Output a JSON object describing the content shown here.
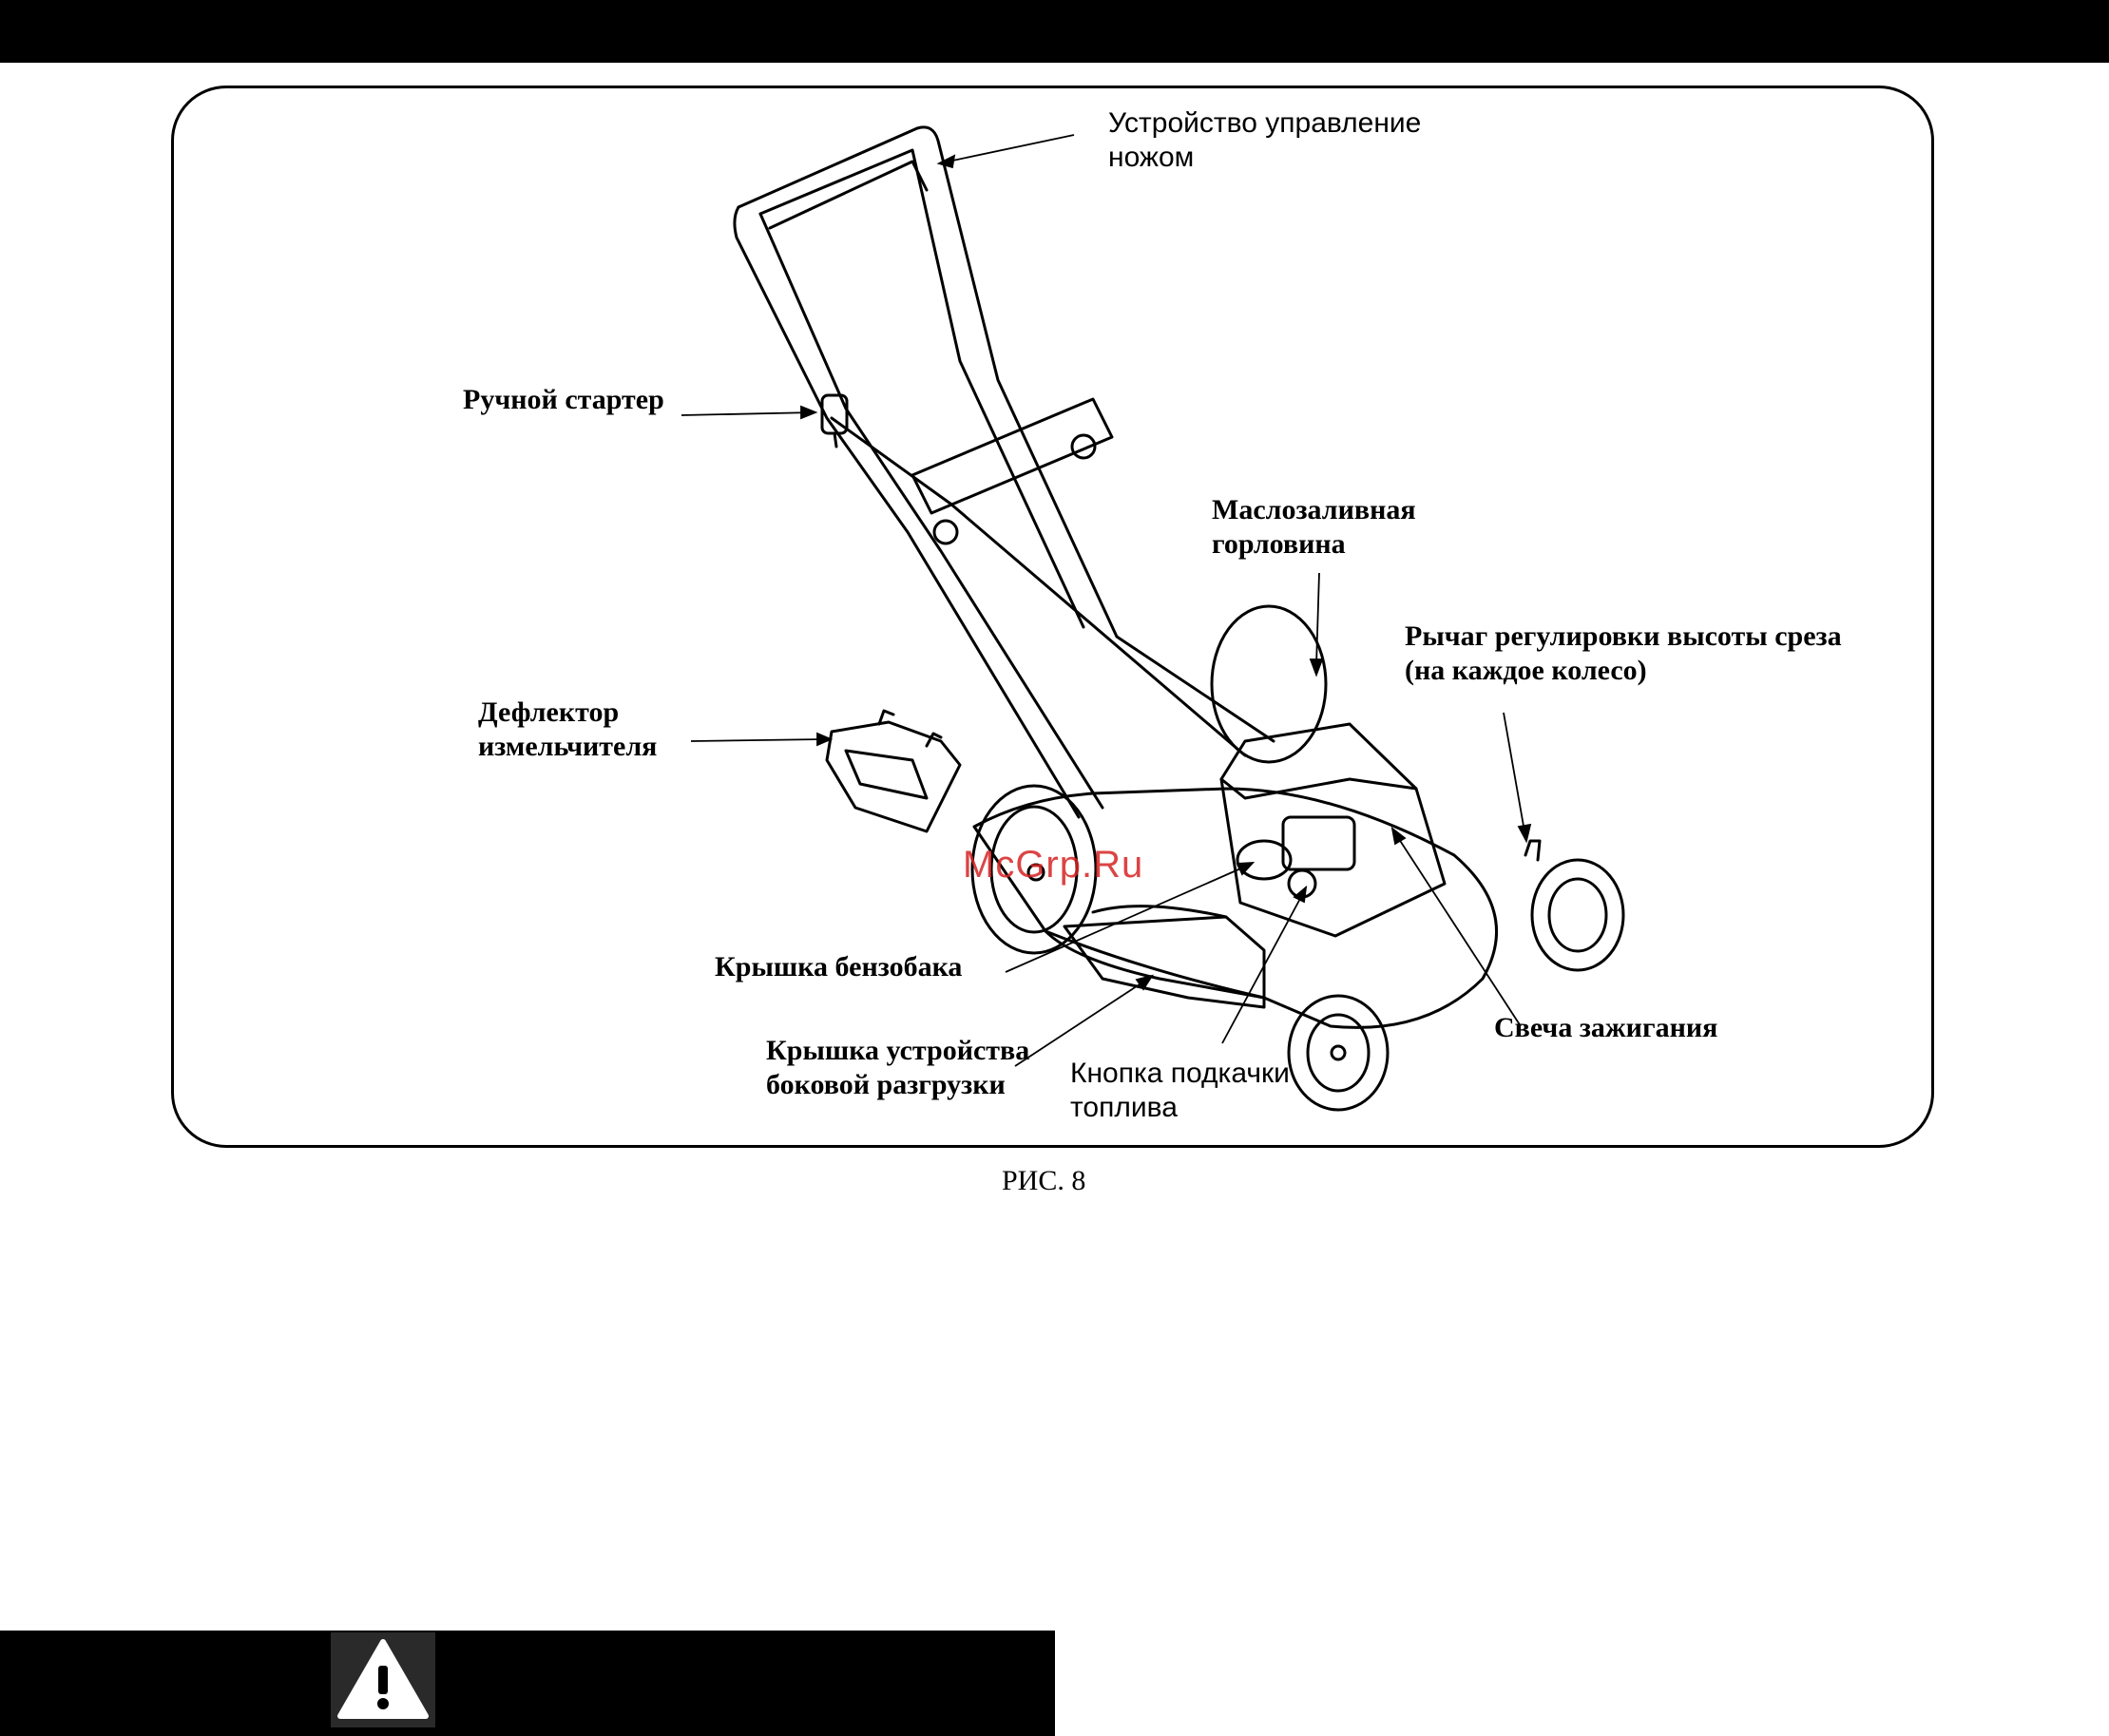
{
  "labels": {
    "blade_control": "Устройство управление\nножом",
    "manual_starter": "Ручной стартер",
    "oil_filler": "Маслозаливная\nгорловина",
    "height_lever": "Рычаг регулировки высоты среза\n(на каждое колесо)",
    "mulch_deflector": "Дефлектор\nизмельчителя",
    "fuel_cap": "Крышка бензобака",
    "side_discharge_cover": "Крышка устройства\nбоковой разгрузки",
    "primer_button": "Кнопка подкачки\nтоплива",
    "spark_plug": "Свеча зажигания"
  },
  "caption": "РИС. 8",
  "watermark": "McGrp.Ru",
  "colors": {
    "ink": "#000000",
    "watermark": "#d62424",
    "background": "#ffffff"
  },
  "icons": {
    "warning": "warning-triangle-icon"
  }
}
